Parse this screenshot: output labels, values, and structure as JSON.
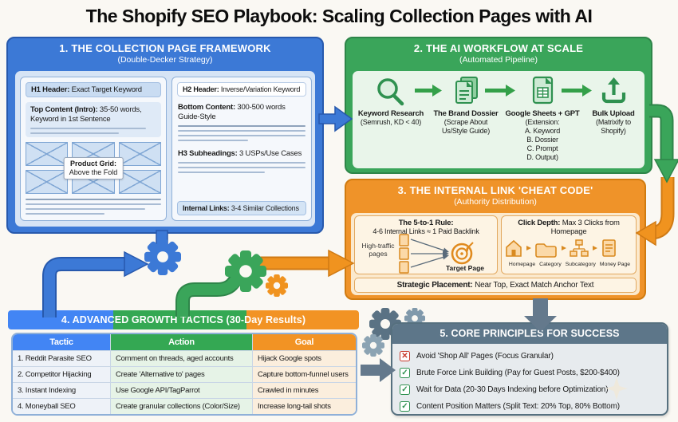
{
  "title": "The Shopify SEO Playbook: Scaling Collection Pages with AI",
  "colors": {
    "blue": "#3c79d6",
    "green": "#3aa55a",
    "orange": "#ef9329",
    "slate": "#5d7689"
  },
  "framework": {
    "number_title": "1. THE COLLECTION PAGE FRAMEWORK",
    "subtitle": "(Double-Decker Strategy)",
    "h1_label": "H1 Header:",
    "h1_value": " Exact Target Keyword",
    "top_label": "Top Content (Intro):",
    "top_value": " 35-50 words, Keyword in 1st Sentence",
    "grid_label_bold": "Product Grid:",
    "grid_label_rest": "Above the Fold",
    "h2_label": "H2 Header:",
    "h2_value": " Inverse/Variation Keyword",
    "bottom_label": "Bottom Content:",
    "bottom_value": " 300-500 words Guide-Style",
    "h3_label": "H3 Subheadings:",
    "h3_value": " 3 USPs/Use Cases",
    "links_label": "Internal Links:",
    "links_value": " 3-4 Similar Collections"
  },
  "workflow": {
    "number_title": "2. THE AI WORKFLOW AT SCALE",
    "subtitle": "(Automated Pipeline)",
    "steps": [
      {
        "icon": "search-icon",
        "title": "Keyword Research",
        "detail": "(Semrush, KD < 40)"
      },
      {
        "icon": "document-icon",
        "title": "The Brand Dossier",
        "detail": "(Scrape About\nUs/Style Guide)"
      },
      {
        "icon": "spreadsheet-icon",
        "title": "Google Sheets + GPT",
        "detail": "(Extension:\nA. Keyword\nB. Dossier\nC. Prompt\nD. Output)"
      },
      {
        "icon": "upload-icon",
        "title": "Bulk Upload",
        "detail": "(Matrixify to\nShopify)"
      }
    ]
  },
  "internal_link": {
    "number_title": "3. THE INTERNAL LINK 'CHEAT CODE'",
    "subtitle": "(Authority Distribution)",
    "rule_title": "The 5-to-1 Rule:",
    "rule_text": "4-6 Internal Links ≈ 1 Paid Backlink",
    "high_traffic_label": "High-traffic pages",
    "target_label": "Target Page",
    "depth_label": "Click Depth:",
    "depth_value": " Max 3 Clicks from Homepage",
    "depth_steps": [
      "Homepage",
      "Category",
      "Subcategory",
      "Money Page"
    ],
    "placement_label": "Strategic Placement:",
    "placement_value": " Near Top, Exact Match Anchor Text"
  },
  "growth": {
    "number_title": "4. ADVANCED GROWTH TACTICS (30-Day Results)",
    "headers": [
      "Tactic",
      "Action",
      "Goal"
    ],
    "rows": [
      {
        "tactic": "1. Reddit Parasite SEO",
        "action": "Comment on threads, aged accounts",
        "goal": "Hijack Google spots"
      },
      {
        "tactic": "2. Competitor Hijacking",
        "action": "Create 'Alternative to' pages",
        "goal": "Capture bottom-funnel users"
      },
      {
        "tactic": "3. Instant Indexing",
        "action": "Use Google API/TagParrot",
        "goal": "Crawled in minutes"
      },
      {
        "tactic": "4. Moneyball SEO",
        "action": "Create granular collections (Color/Size)",
        "goal": "Increase long-tail shots"
      }
    ]
  },
  "principles": {
    "number_title": "5. CORE PRINCIPLES FOR SUCCESS",
    "items": [
      {
        "icon": "cross-icon",
        "glyph": "✕",
        "text": "Avoid 'Shop All' Pages (Focus Granular)"
      },
      {
        "icon": "check-icon",
        "glyph": "✓",
        "text": "Brute Force Link Building (Pay for Guest Posts, $200-$400)"
      },
      {
        "icon": "check-icon",
        "glyph": "✓",
        "text": "Wait for Data (20-30 Days Indexing before Optimization)"
      },
      {
        "icon": "check-icon",
        "glyph": "✓",
        "text": "Content Position Matters (Split Text: 20% Top, 80% Bottom)"
      }
    ]
  }
}
